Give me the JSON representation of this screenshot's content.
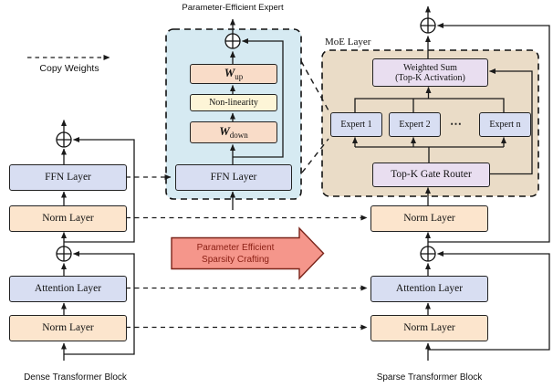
{
  "legend": {
    "copy_weights_label": "Copy Weights"
  },
  "expert_panel": {
    "title": "Parameter-Efficient Expert",
    "w": "W",
    "up_sub": "up",
    "down_sub": "down",
    "nonlinearity_label": "Non-linearity",
    "ffn_label": "FFN Layer"
  },
  "moe_panel": {
    "title": "MoE Layer",
    "weighted_sum_line1": "Weighted Sum",
    "weighted_sum_line2": "(Top-K Activation)",
    "experts": [
      "Expert 1",
      "Expert 2",
      "Expert n"
    ],
    "ellipsis": "⋯",
    "router_label": "Top-K Gate Router"
  },
  "transform_arrow": {
    "line1": "Parameter Efficient",
    "line2": "Sparsity Crafting"
  },
  "dense_block": {
    "ffn_label": "FFN Layer",
    "norm_top_label": "Norm Layer",
    "attention_label": "Attention Layer",
    "norm_bottom_label": "Norm Layer",
    "caption": "Dense Transformer Block"
  },
  "sparse_block": {
    "norm_top_label": "Norm Layer",
    "attention_label": "Attention Layer",
    "norm_bottom_label": "Norm Layer",
    "caption": "Sparse Transformer Block"
  },
  "colors": {
    "norm_fill": "#fce5cd",
    "attention_fill": "#d8def2",
    "expert_panel_fill": "#d6eaf2",
    "moe_panel_fill": "#eadcc7",
    "purple_fill": "#e9def0",
    "yellow_fill": "#fdf5d7",
    "w_fill": "#f9dcc8",
    "arrow_fill": "#f5968b",
    "arrow_border": "#7a241a",
    "arrow_text": "#8b2015",
    "line_color": "#1a1a1a"
  }
}
